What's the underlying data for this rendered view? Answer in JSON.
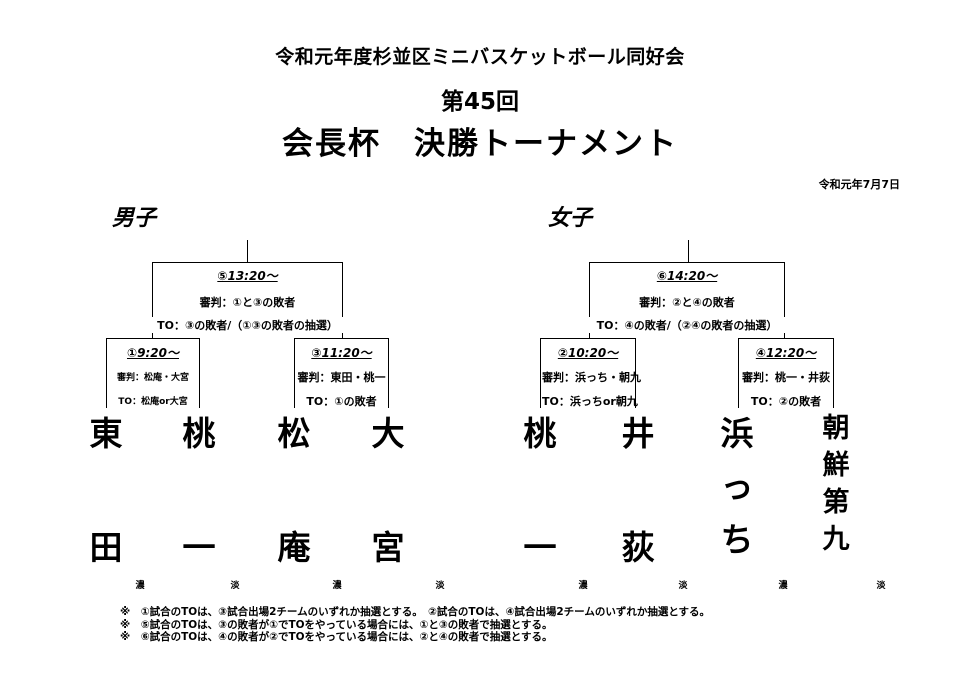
{
  "header": {
    "organization": "令和元年度杉並区ミニバスケットボール同好会",
    "edition": "第45回",
    "title": "会長杯　決勝トーナメント",
    "date": "令和元年7月7日"
  },
  "boys": {
    "label": "男子",
    "final": {
      "time": "⑤13:20～",
      "referee": "審判：①と③の敗者",
      "to": "TO：③の敗者/（①③の敗者の抽選）"
    },
    "match1": {
      "time": "①9:20～",
      "referee": "審判：松庵・大宮",
      "to": "TO：松庵or大宮"
    },
    "match3": {
      "time": "③11:20～",
      "referee": "審判：東田・桃一",
      "to": "TO：①の敗者"
    },
    "teams": [
      {
        "name": [
          "東",
          "田"
        ],
        "shade": "濃"
      },
      {
        "name": [
          "桃",
          "一"
        ],
        "shade": "淡"
      },
      {
        "name": [
          "松",
          "庵"
        ],
        "shade": "濃"
      },
      {
        "name": [
          "大",
          "宮"
        ],
        "shade": "淡"
      }
    ]
  },
  "girls": {
    "label": "女子",
    "final": {
      "time": "⑥14:20～",
      "referee": "審判：②と④の敗者",
      "to": "TO：④の敗者/（②④の敗者の抽選）"
    },
    "match2": {
      "time": "②10:20～",
      "referee": "審判：浜っち・朝九",
      "to": "TO：浜っちor朝九"
    },
    "match4": {
      "time": "④12:20～",
      "referee": "審判：桃一・井荻",
      "to": "TO：②の敗者"
    },
    "teams": [
      {
        "name": [
          "桃",
          "一"
        ],
        "shade": "濃"
      },
      {
        "name": [
          "井",
          "荻"
        ],
        "shade": "淡"
      },
      {
        "name": [
          "浜",
          "っ",
          "ち"
        ],
        "shade": "濃"
      },
      {
        "name": [
          "朝",
          "鮮",
          "第",
          "九"
        ],
        "shade": "淡"
      }
    ]
  },
  "notes": [
    "※　①試合のTOは、③試合出場2チームのいずれか抽選とする。　②試合のTOは、④試合出場2チームのいずれか抽選とする。",
    "※　⑤試合のTOは、③の敗者が①でTOをやっている場合には、①と③の敗者で抽選とする。",
    "※　⑥試合のTOは、④の敗者が②でTOをやっている場合には、②と④の敗者で抽選とする。"
  ]
}
